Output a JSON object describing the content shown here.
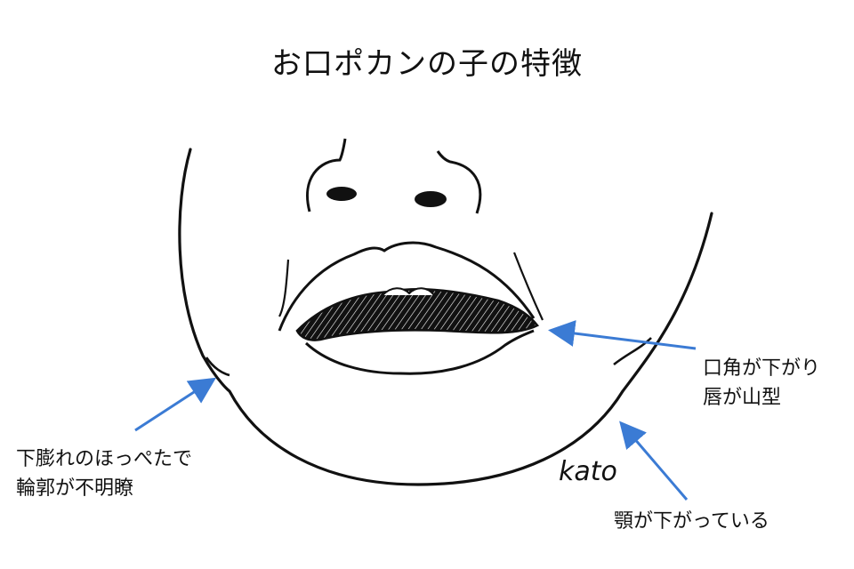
{
  "title": "お口ポカンの子の特徴",
  "signature": "kato",
  "accent_color": "#3b7bd4",
  "annotations": {
    "mouth": {
      "line1": "口角が下がり",
      "line2": "唇が山型"
    },
    "cheek": {
      "line1": "下膨れのほっぺたで",
      "line2": "輪郭が不明瞭"
    },
    "jaw": {
      "line1": "顎が下がっている"
    }
  }
}
